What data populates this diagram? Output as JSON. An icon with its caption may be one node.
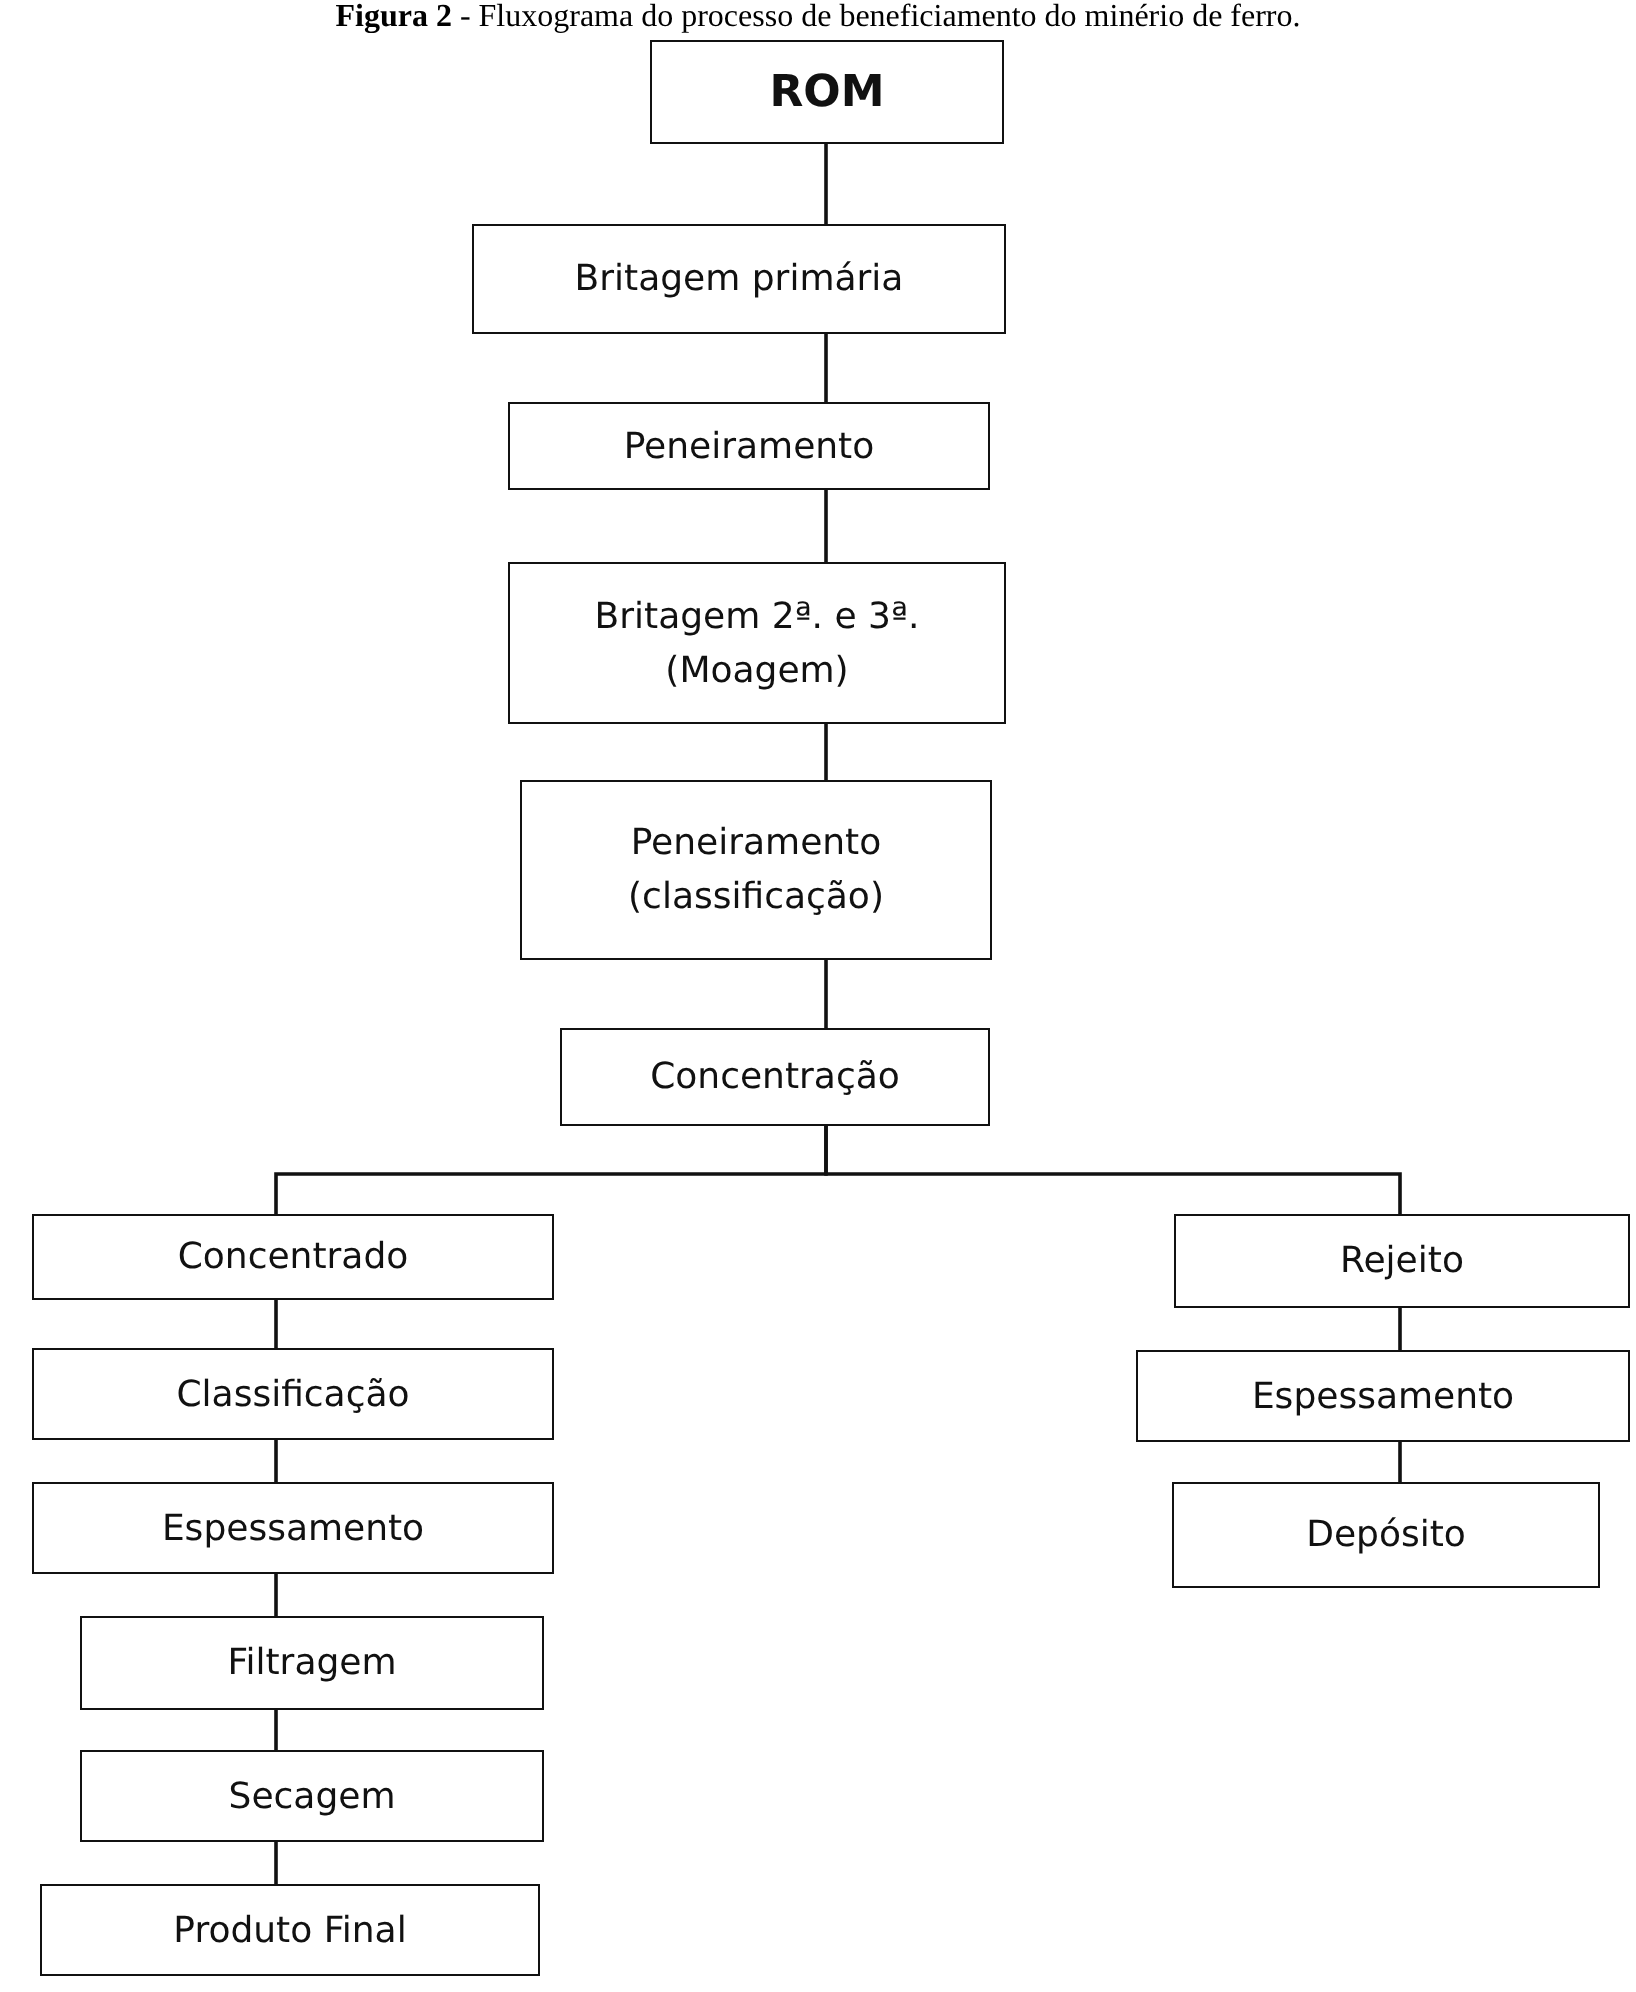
{
  "diagram": {
    "title": "**Figura 2** - Fluxograma do processo de beneficiamento do minério de ferro.",
    "nodes": [
      {
        "text": [
          "ROM"
        ]
      },
      {
        "text": [
          "Britagem primária"
        ]
      },
      {
        "text": [
          "Peneiramento"
        ]
      },
      {
        "text": [
          "Britagem 2ª. e 3ª. (Moagem)"
        ]
      },
      {
        "text": [
          "Peneiramento (classificação)"
        ]
      },
      {
        "text": [
          "Concentração"
        ]
      },
      {
        "text": [
          "Concentrado"
        ]
      },
      {
        "text": [
          "Classificação"
        ]
      },
      {
        "text": [
          "Espessamento"
        ]
      },
      {
        "text": [
          "Filtragem"
        ]
      },
      {
        "text": [
          "Secagem"
        ]
      },
      {
        "text": [
          "Produto Final"
        ]
      },
      {
        "text": [
          "Rejeito"
        ]
      },
      {
        "text": [
          "Espessamento"
        ]
      },
      {
        "text": [
          "Depósito"
        ]
      }
    ],
    "edges": [
      {
        "from": 0,
        "to": 1,
        "arrow": "none"
      },
      {
        "from": 1,
        "to": 2,
        "arrow": "none"
      },
      {
        "from": 2,
        "to": 3,
        "arrow": "none"
      },
      {
        "from": 3,
        "to": 4,
        "arrow": "none"
      },
      {
        "from": 4,
        "to": 5,
        "arrow": "none"
      },
      {
        "from": 5,
        "to": 6,
        "arrow": "none"
      },
      {
        "from": 5,
        "to": 12,
        "arrow": "none"
      },
      {
        "from": 6,
        "to": 7,
        "arrow": "none"
      },
      {
        "from": 7,
        "to": 8,
        "arrow": "none"
      },
      {
        "from": 8,
        "to": 9,
        "arrow": "none"
      },
      {
        "from": 9,
        "to": 10,
        "arrow": "none"
      },
      {
        "from": 10,
        "to": 11,
        "arrow": "none"
      },
      {
        "from": 12,
        "to": 13,
        "arrow": "none"
      },
      {
        "from": 13,
        "to": 14,
        "arrow": "none"
      }
    ]
  }
}
